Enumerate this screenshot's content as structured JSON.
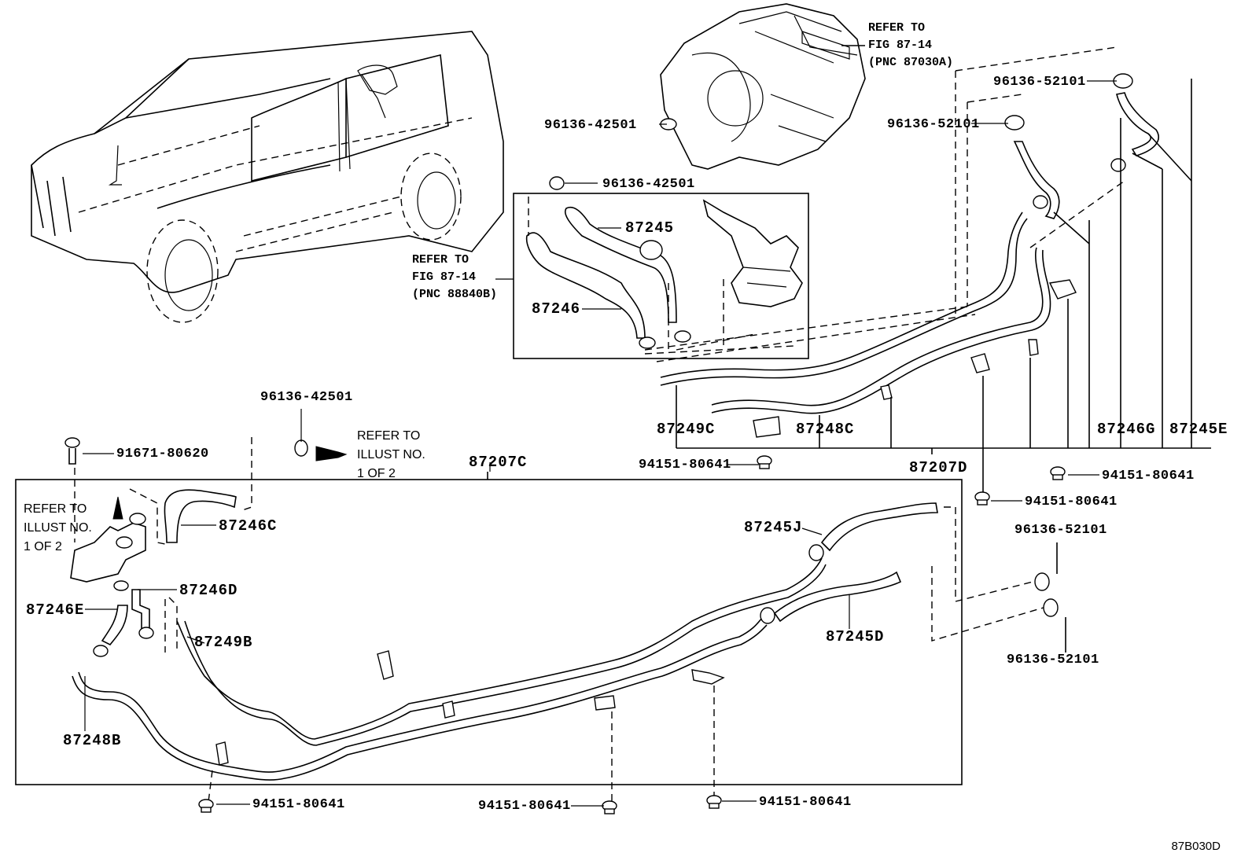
{
  "diagram": {
    "type": "parts-exploded-view",
    "drawing_code": "87B030D",
    "group_labels": {
      "front_group": "87207C",
      "rear_group": "87207D"
    },
    "reference_notes": {
      "heater_unit": {
        "line1": "REFER TO",
        "line2": "FIG 87-14",
        "line3": "(PNC 87030A)"
      },
      "water_valve": {
        "line1": "REFER TO",
        "line2": "FIG 87-14",
        "line3": "(PNC 88840B)"
      },
      "clamp_arrow": {
        "line1": "REFER TO",
        "line2": "ILLUST NO.",
        "line3": "1 OF 2"
      },
      "valve_arrow": {
        "line1": "REFER TO",
        "line2": "ILLUST NO.",
        "line3": "1 OF 2"
      }
    },
    "part_labels": {
      "clamp_top_right_upper": "96136-52101",
      "clamp_top_right_lower": "96136-52101",
      "clamp_heater_left": "96136-42501",
      "clamp_heater_below": "96136-42501",
      "hose_87245": "87245",
      "hose_87246": "87246",
      "pipe_87249c": "87249C",
      "pipe_87248c": "87248C",
      "hose_87246g": "87246G",
      "hose_87245e": "87245E",
      "nut_mid_right_left": "94151-80641",
      "nut_mid_right_right": "94151-80641",
      "nut_mid_right_lower": "94151-80641",
      "clamp_mid_center": "96136-42501",
      "bolt_left": "91671-80620",
      "hose_87246c": "87246C",
      "hose_87246d": "87246D",
      "hose_87246e": "87246E",
      "pipe_87249b": "87249B",
      "pipe_87248b": "87248B",
      "hose_87245j": "87245J",
      "hose_87245d": "87245D",
      "clamp_right_upper": "96136-52101",
      "clamp_right_lower": "96136-52101",
      "nut_bottom_left": "94151-80641",
      "nut_bottom_center": "94151-80641",
      "nut_bottom_right": "94151-80641"
    }
  }
}
